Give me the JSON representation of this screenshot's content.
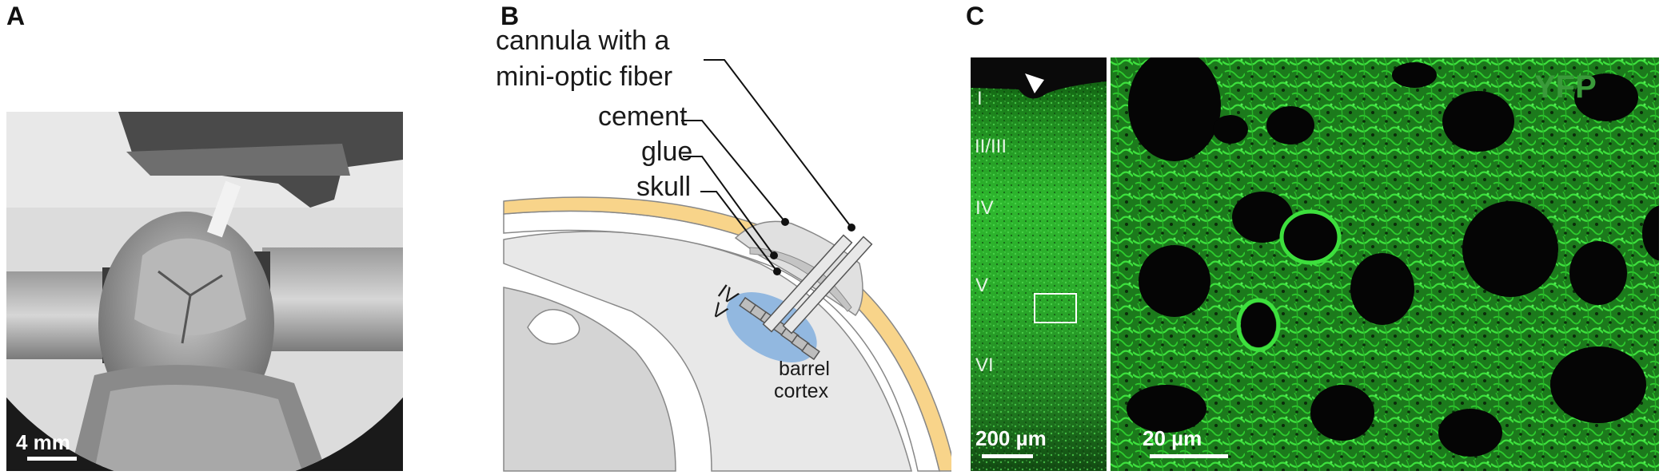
{
  "panels": {
    "a": {
      "letter": "A",
      "scale_bar": "4 mm"
    },
    "b": {
      "letter": "B",
      "labels": {
        "cannula_line1": "cannula with a",
        "cannula_line2": "mini-optic fiber",
        "cement": "cement",
        "glue": "glue",
        "skull": "skull",
        "layer_iv": "IV",
        "layer_v": "V",
        "barrel_line1": "barrel",
        "barrel_line2": "cortex"
      }
    },
    "c": {
      "letter": "C",
      "layers": [
        "I",
        "II/III",
        "IV",
        "V",
        "VI"
      ],
      "scale_left": "200 µm",
      "scale_right": "20 µm",
      "marker": "YFP"
    }
  },
  "colors": {
    "skull": "#f8d48a",
    "brain": "#ececec",
    "tissue_gray": "#d0d0d0",
    "light_blue": "#4a90d9",
    "fluorescence": "#2ecc2e"
  }
}
